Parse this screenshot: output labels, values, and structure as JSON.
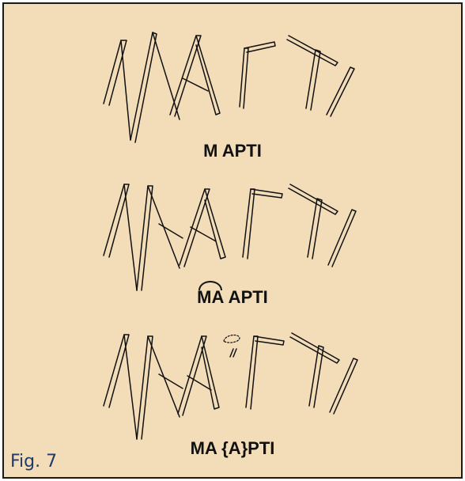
{
  "figure": {
    "caption": "Fig. 7",
    "readings": [
      {
        "prefix": "M",
        "rest": " APTI"
      },
      {
        "prefix": "MA",
        "rest": " APTI"
      },
      {
        "prefix": "",
        "rest": "MA {A}PTI"
      }
    ]
  },
  "colors": {
    "background": "#f3dcb8",
    "ink": "#111111",
    "caption": "#1f3a6b"
  }
}
